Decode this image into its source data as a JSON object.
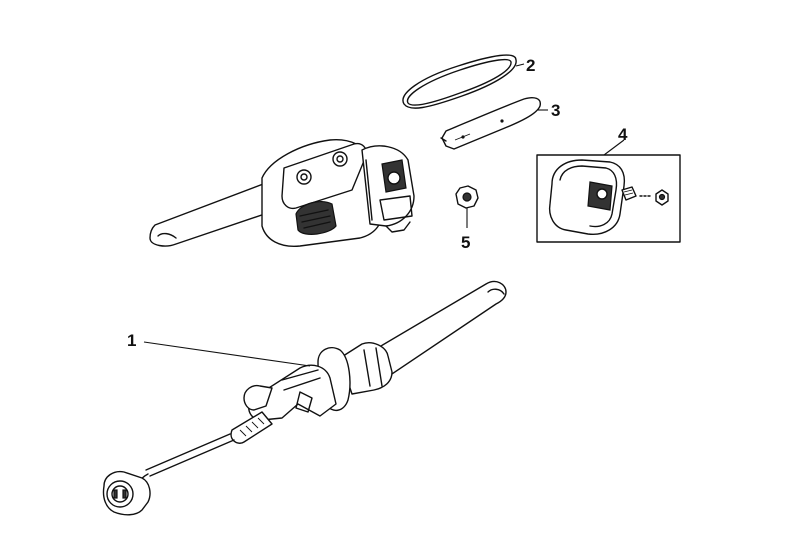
{
  "diagram": {
    "parts": [
      {
        "id": "handle-assembly",
        "callout": "1"
      },
      {
        "id": "saw-chain",
        "callout": "2"
      },
      {
        "id": "guide-bar",
        "callout": "3"
      },
      {
        "id": "sprocket-cover-kit",
        "callout": "4"
      },
      {
        "id": "sprocket",
        "callout": "5"
      }
    ]
  },
  "colors": {
    "line": "#111111",
    "background": "#ffffff",
    "dark_fill": "#333333"
  }
}
